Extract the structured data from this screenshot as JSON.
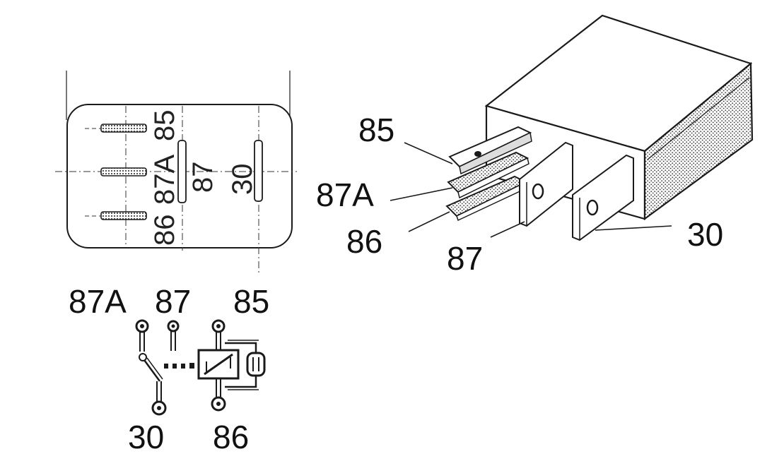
{
  "terminals": {
    "t85": "85",
    "t87a": "87A",
    "t87": "87",
    "t30": "30",
    "t86": "86"
  },
  "colors": {
    "ink": "#1a1a1a",
    "hatch": "#8a8a8a",
    "paper": "#ffffff"
  },
  "icons": [
    "relay-coil-icon",
    "switch-contact-icon"
  ]
}
